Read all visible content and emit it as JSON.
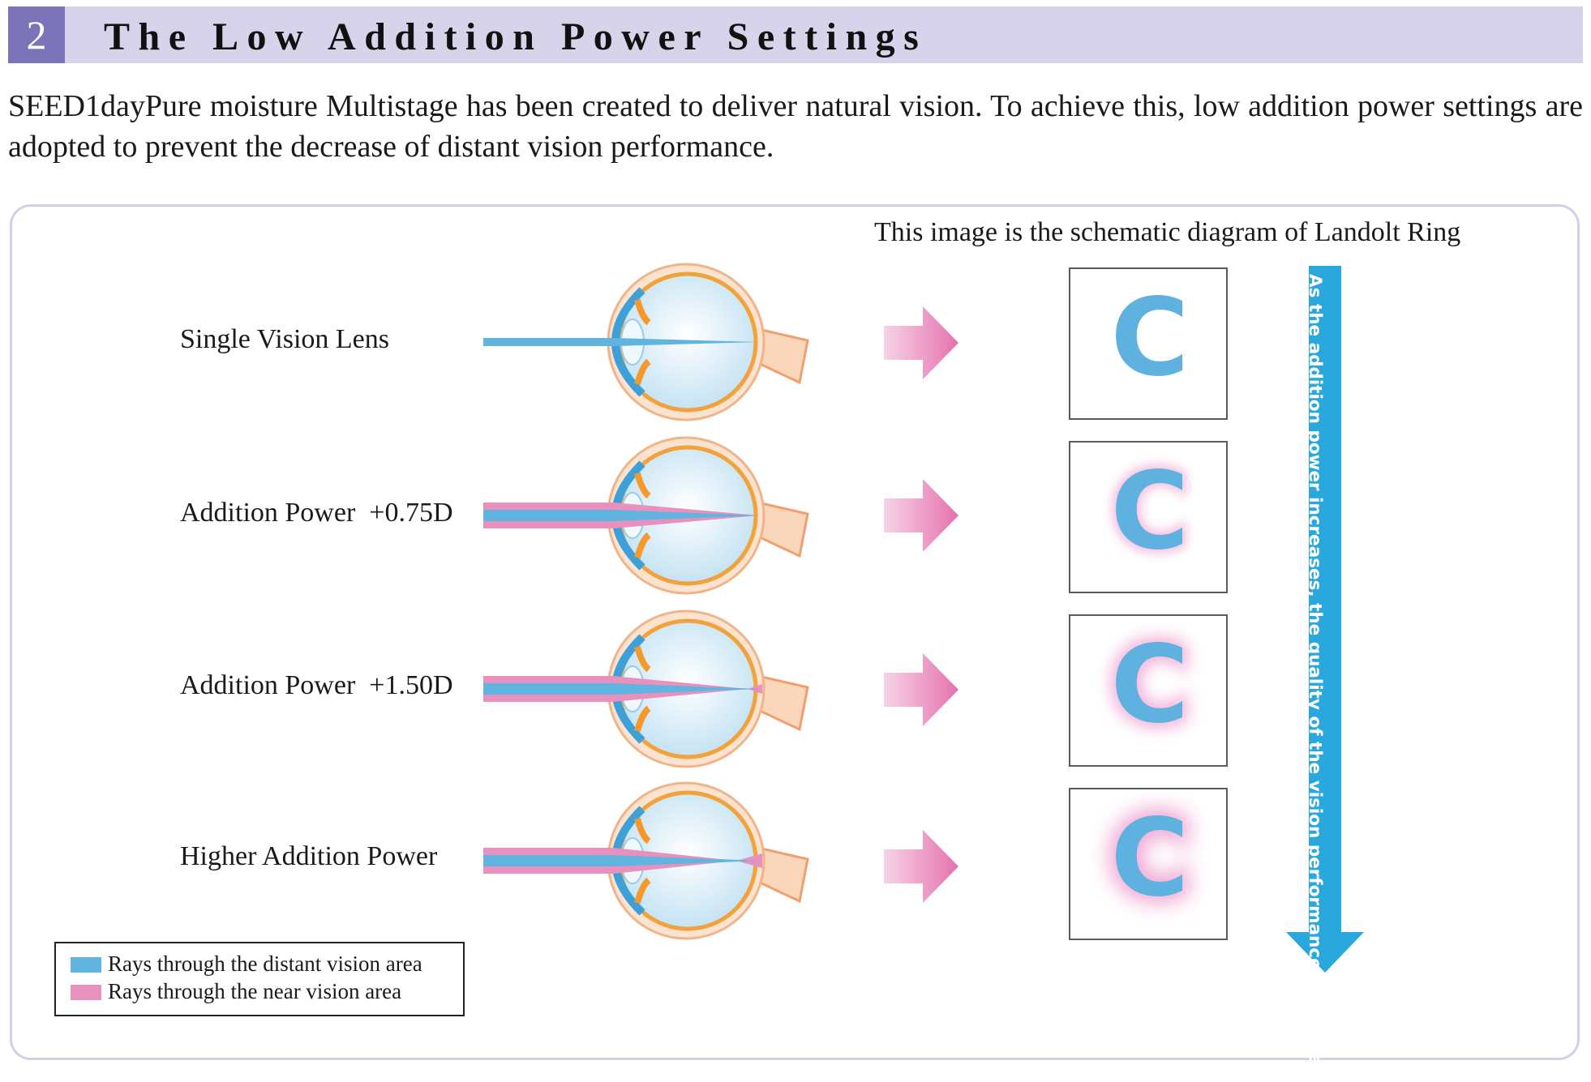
{
  "header": {
    "number": "2",
    "title": "The Low Addition Power Settings"
  },
  "intro": "SEED1dayPure moisture Multistage has been created to deliver natural vision. To achieve this, low addition power settings are adopted to prevent the decrease of distant vision performance.",
  "caption": "This image is the schematic diagram of Landolt Ring",
  "rows": [
    {
      "label": "Single Vision Lens",
      "ring_letter": "C",
      "blur": 0,
      "near_rays": false
    },
    {
      "label": "Addition Power  +0.75D",
      "ring_letter": "C",
      "blur": 1,
      "near_rays": true
    },
    {
      "label": "Addition Power  +1.50D",
      "ring_letter": "C",
      "blur": 2,
      "near_rays": true
    },
    {
      "label": "Higher Addition Power",
      "ring_letter": "C",
      "blur": 3,
      "near_rays": true
    }
  ],
  "side_arrow_text": "As the addition power increases, the quality of the vision performance decreases.",
  "legend": {
    "distant": "Rays through the distant vision area",
    "near": "Rays through the near vision area"
  },
  "colors": {
    "distant_ray": "#5fb4e0",
    "near_ray": "#e991be",
    "ring": "#5fb1df",
    "header_bg": "#d7d3ea",
    "header_num_bg": "#7b74b8",
    "panel_border": "#d4d0e8",
    "down_arrow": "#2aa7dc",
    "right_arrow": "#e77fb4"
  }
}
